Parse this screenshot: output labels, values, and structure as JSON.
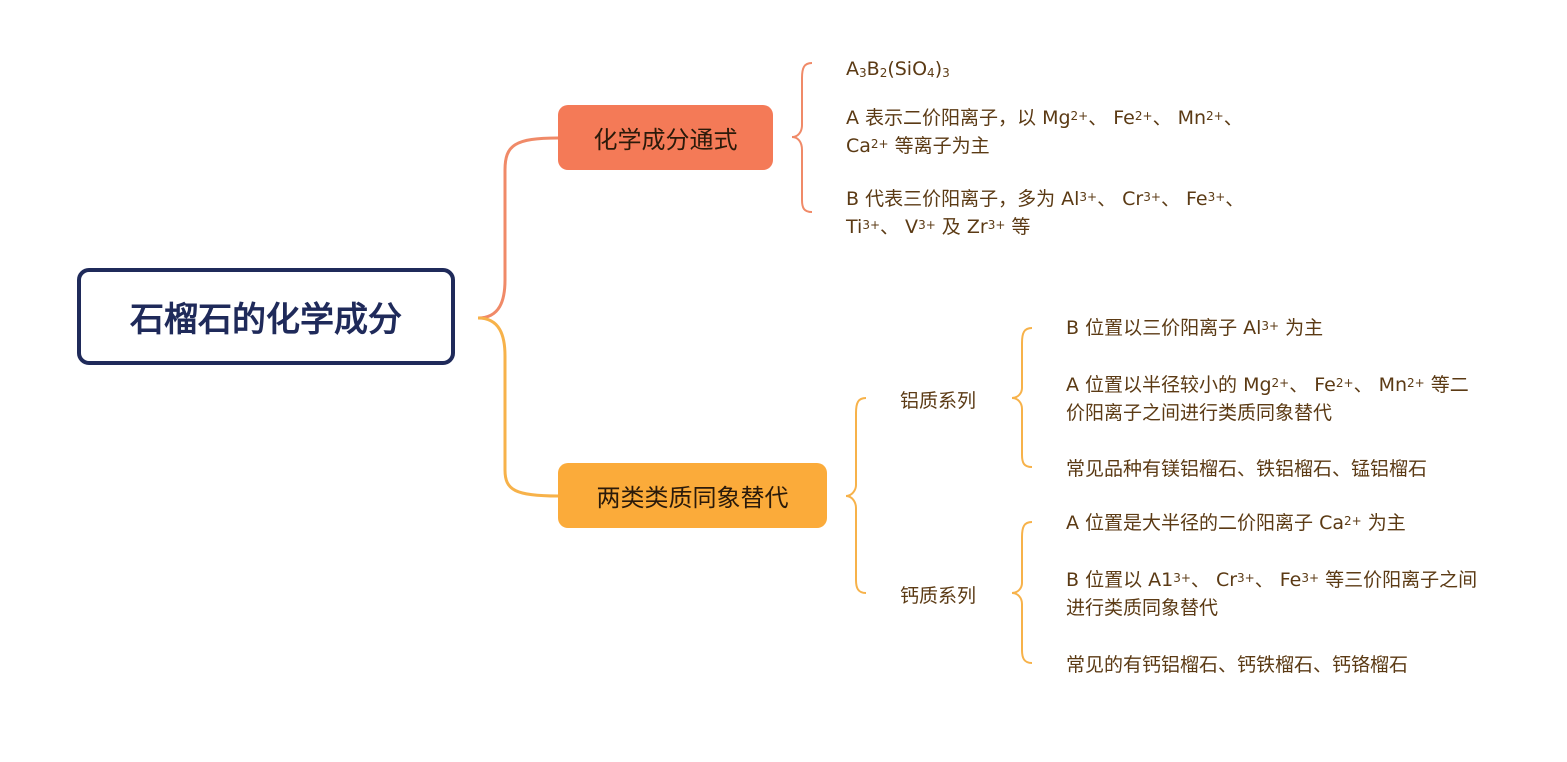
{
  "root": {
    "label": "石榴石的化学成分"
  },
  "branch1": {
    "label": "化学成分通式",
    "color": "#f47a57",
    "formula": {
      "a": "A",
      "a_sub": "3",
      "b": "B",
      "b_sub": "2",
      "paren_open": "(SiO",
      "si_sub": "4",
      "paren_close": ")",
      "outer_sub": "3"
    },
    "items": [
      {
        "line1": "A 表示二价阳离子，以 Mg",
        "s1": "2+",
        "t1": "、 Fe",
        "s2": "2+",
        "t2": "、 Mn",
        "s3": "2+",
        "t3": "、",
        "line2a": "Ca",
        "s4": "2+",
        "line2b": " 等离子为主"
      },
      {
        "line1": "B 代表三价阳离子，多为 Al",
        "s1": "3+",
        "t1": "、 Cr",
        "s2": "3+",
        "t2": "、 Fe",
        "s3": "3+",
        "t3": "、",
        "line2a": "Ti",
        "s4": "3+",
        "line2b": "、 V",
        "s5": "3+",
        "line2c": " 及 Zr",
        "s6": "3+",
        "line2d": " 等"
      }
    ]
  },
  "branch2": {
    "label": "两类类质同象替代",
    "color": "#fbab3a",
    "series": [
      {
        "label": "铝质系列",
        "items": {
          "i1": {
            "a": "B 位置以三价阳离子 Al",
            "s": "3+",
            "b": " 为主"
          },
          "i2": {
            "a": "A 位置以半径较小的 Mg",
            "s1": "2+",
            "b": "、 Fe",
            "s2": "2+",
            "c": "、 Mn",
            "s3": "2+",
            "d": " 等二",
            "line2": "价阳离子之间进行类质同象替代"
          },
          "i3": {
            "a": "常见品种有镁铝榴石、铁铝榴石、锰铝榴石"
          }
        }
      },
      {
        "label": "钙质系列",
        "items": {
          "i1": {
            "a": "A 位置是大半径的二价阳离子 Ca",
            "s": "2+",
            "b": " 为主"
          },
          "i2": {
            "a": "B 位置以 A1",
            "s1": "3+",
            "b": "、 Cr",
            "s2": "3+",
            "c": "、 Fe",
            "s3": "3+",
            "d": " 等三价阳离子之间",
            "line2": "进行类质同象替代"
          },
          "i3": {
            "a": "常见的有钙铝榴石、钙铁榴石、钙铬榴石"
          }
        }
      }
    ]
  }
}
